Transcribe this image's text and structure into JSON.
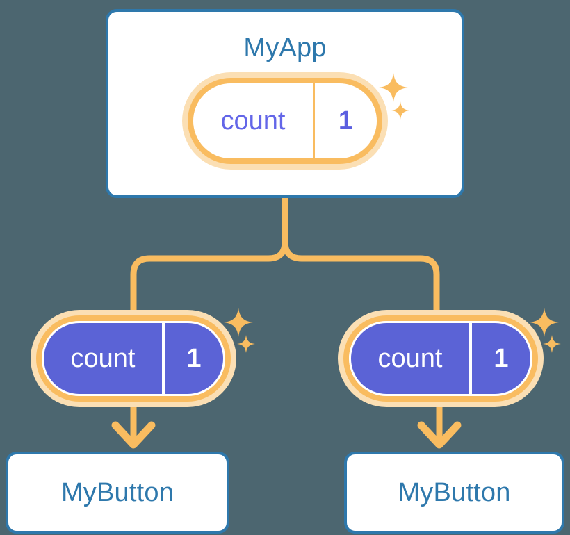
{
  "diagram": {
    "type": "component-tree",
    "background_color": "#4c6670",
    "colors": {
      "card_border": "#2e78ac",
      "card_title": "#2e78ac",
      "card_fill": "#ffffff",
      "pill_ring": "#f9bc60",
      "pill_glow": "#fbdfb4",
      "pill_fill_filled": "#5b63d6",
      "pill_text_top": "#6366e8",
      "pill_text_bottom": "#ffffff",
      "connector": "#f9bc60",
      "sparkle": "#f9bc60"
    },
    "parent": {
      "title": "MyApp",
      "state": {
        "key": "count",
        "value": "1",
        "style": "outline",
        "sparkles": 2
      }
    },
    "children": [
      {
        "title": "MyButton",
        "state": {
          "key": "count",
          "value": "1",
          "style": "filled",
          "sparkles": 2
        }
      },
      {
        "title": "MyButton",
        "state": {
          "key": "count",
          "value": "1",
          "style": "filled",
          "sparkles": 2
        }
      }
    ],
    "connectors": {
      "parent_to_branch": "vertical-stem",
      "branch": "rounded-tee-split",
      "state_to_child": "down-arrow"
    },
    "icons": {
      "sparkle_large": "sparkle-icon",
      "sparkle_small": "sparkle-icon",
      "arrow": "arrow-down-icon"
    }
  }
}
